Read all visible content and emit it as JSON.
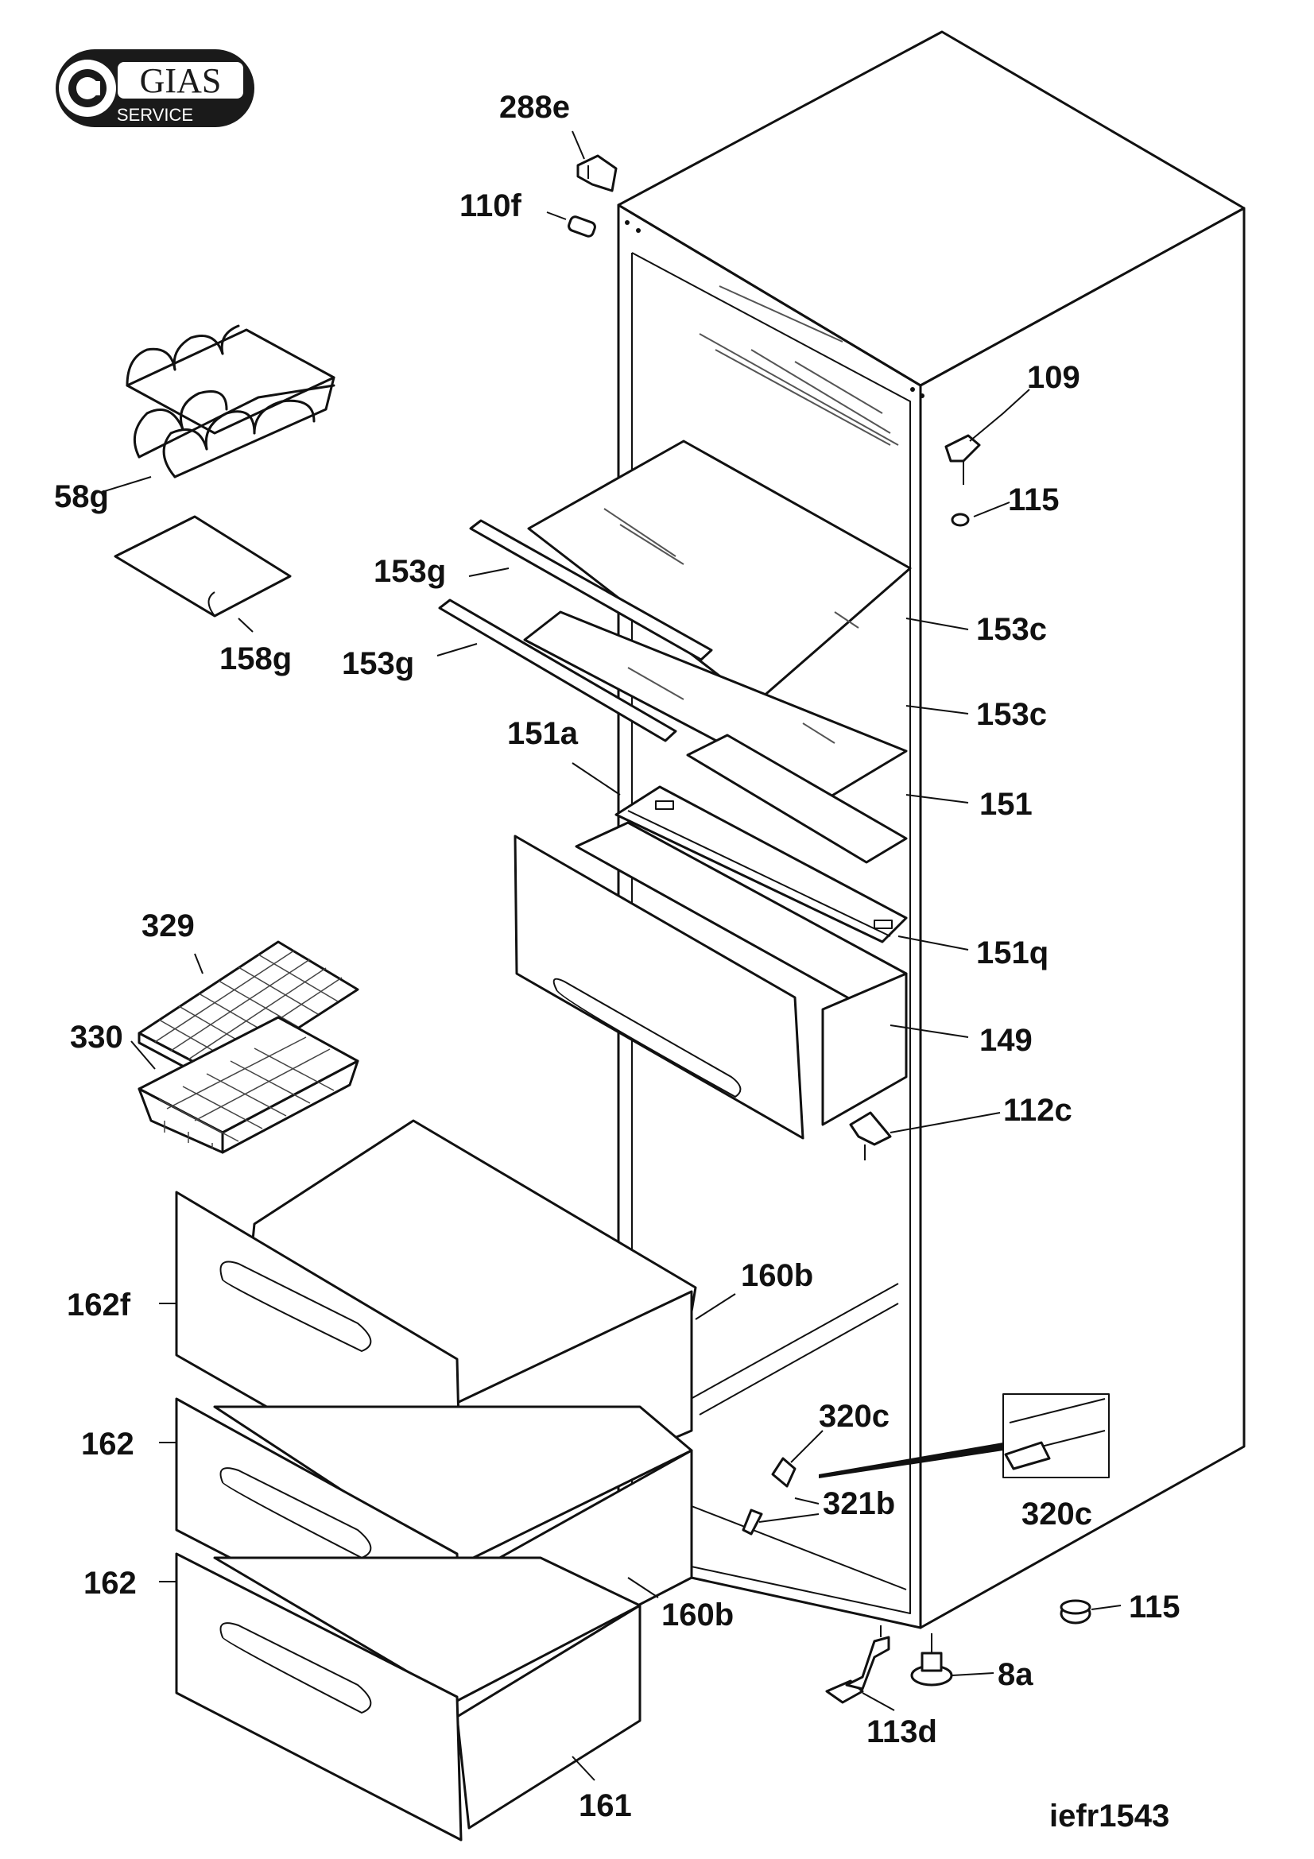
{
  "logo": {
    "brand": "GIAS",
    "sub": "SERVICE"
  },
  "labels": {
    "l288e": "288e",
    "l110f": "110f",
    "l109": "109",
    "l115a": "115",
    "l58g": "58g",
    "l158g": "158g",
    "l153g1": "153g",
    "l153g2": "153g",
    "l153c1": "153c",
    "l153c2": "153c",
    "l151a": "151a",
    "l151": "151",
    "l151q": "151q",
    "l149": "149",
    "l112c": "112c",
    "l329": "329",
    "l330": "330",
    "l162f": "162f",
    "l160b1": "160b",
    "l162a": "162",
    "l320c1": "320c",
    "l321b": "321b",
    "l320c2": "320c",
    "l162b": "162",
    "l160b2": "160b",
    "l115b": "115",
    "l8a": "8a",
    "l113d": "113d",
    "l161": "161"
  },
  "drawing_code": "iefr1543"
}
